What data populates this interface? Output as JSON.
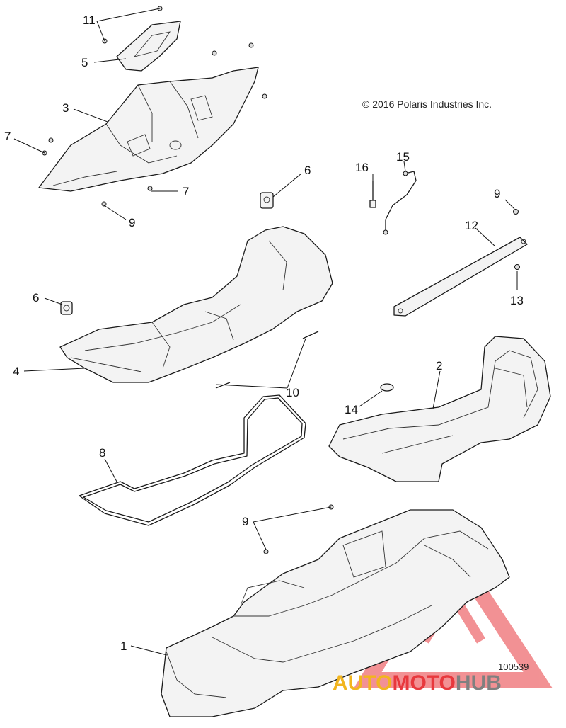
{
  "copyright": "© 2016 Polaris Industries Inc.",
  "figure_number": "100539",
  "watermark": {
    "part1": "AUTO",
    "part2": "MOTO",
    "part3": "HUB",
    "color_yellow": "#f2b51f",
    "color_red": "#e8383d",
    "color_gray": "#808080"
  },
  "callouts": {
    "c1": "1",
    "c2": "2",
    "c3": "3",
    "c4": "4",
    "c5": "5",
    "c6a": "6",
    "c6b": "6",
    "c7a": "7",
    "c7b": "7",
    "c8": "8",
    "c9a": "9",
    "c9b": "9",
    "c9c": "9",
    "c10": "10",
    "c11": "11",
    "c12": "12",
    "c13": "13",
    "c14": "14",
    "c15": "15",
    "c16": "16"
  }
}
